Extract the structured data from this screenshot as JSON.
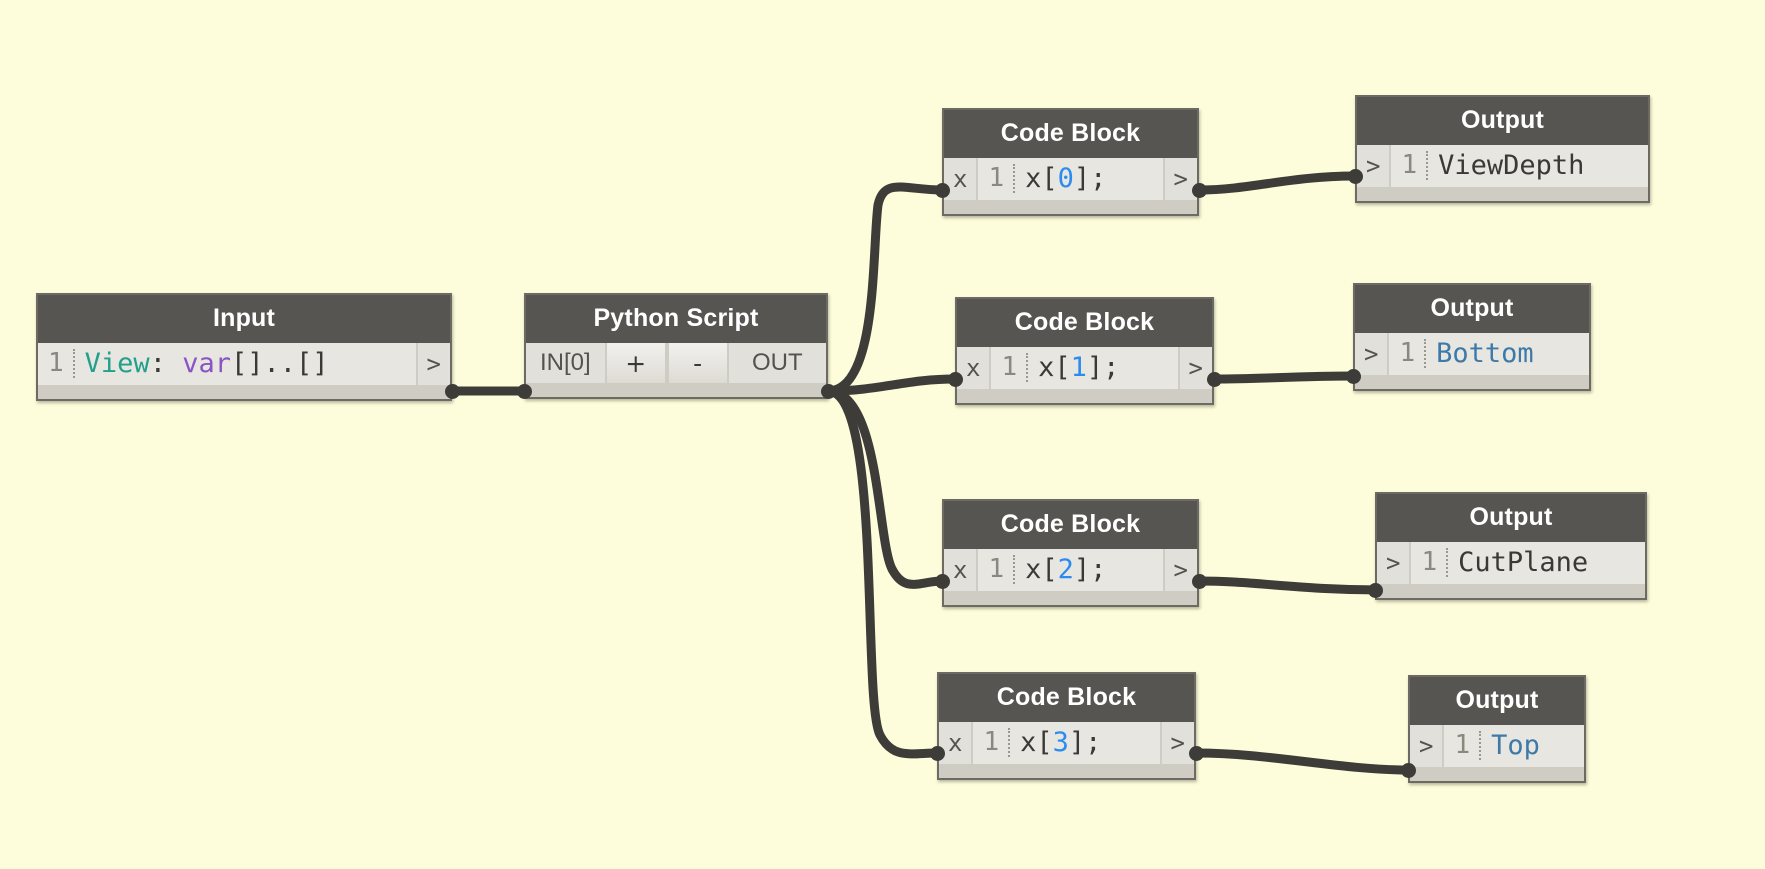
{
  "canvas": {
    "background_color": "#fdfddb",
    "wire_color": "#3d3c38",
    "header_color": "#565551",
    "body_color": "#e8e6e1",
    "accent_blue": "#2b8cf0",
    "accent_steel": "#3d7aa8",
    "accent_teal": "#22a08c",
    "accent_purple": "#8a54c4"
  },
  "nodes": {
    "input": {
      "title": "Input",
      "lineno": "1",
      "code_name": "View",
      "code_colon": ": ",
      "code_type": "var",
      "code_rank": "[]..[]",
      "out_port": ">"
    },
    "python": {
      "title": "Python Script",
      "in_port": "IN[0]",
      "btn_add": "+",
      "btn_remove": "-",
      "out_port": "OUT"
    },
    "code_blocks": [
      {
        "title": "Code Block",
        "in_port": "x",
        "lineno": "1",
        "code_prefix": "x[",
        "code_index": "0",
        "code_suffix": "];",
        "out_port": ">"
      },
      {
        "title": "Code Block",
        "in_port": "x",
        "lineno": "1",
        "code_prefix": "x[",
        "code_index": "1",
        "code_suffix": "];",
        "out_port": ">"
      },
      {
        "title": "Code Block",
        "in_port": "x",
        "lineno": "1",
        "code_prefix": "x[",
        "code_index": "2",
        "code_suffix": "];",
        "out_port": ">"
      },
      {
        "title": "Code Block",
        "in_port": "x",
        "lineno": "1",
        "code_prefix": "x[",
        "code_index": "3",
        "code_suffix": "];",
        "out_port": ">"
      }
    ],
    "outputs": [
      {
        "title": "Output",
        "in_port": ">",
        "lineno": "1",
        "name": "ViewDepth",
        "name_style": "plain"
      },
      {
        "title": "Output",
        "in_port": ">",
        "lineno": "1",
        "name": "Bottom",
        "name_style": "blue"
      },
      {
        "title": "Output",
        "in_port": ">",
        "lineno": "1",
        "name": "CutPlane",
        "name_style": "plain"
      },
      {
        "title": "Output",
        "in_port": ">",
        "lineno": "1",
        "name": "Top",
        "name_style": "blue"
      }
    ]
  }
}
